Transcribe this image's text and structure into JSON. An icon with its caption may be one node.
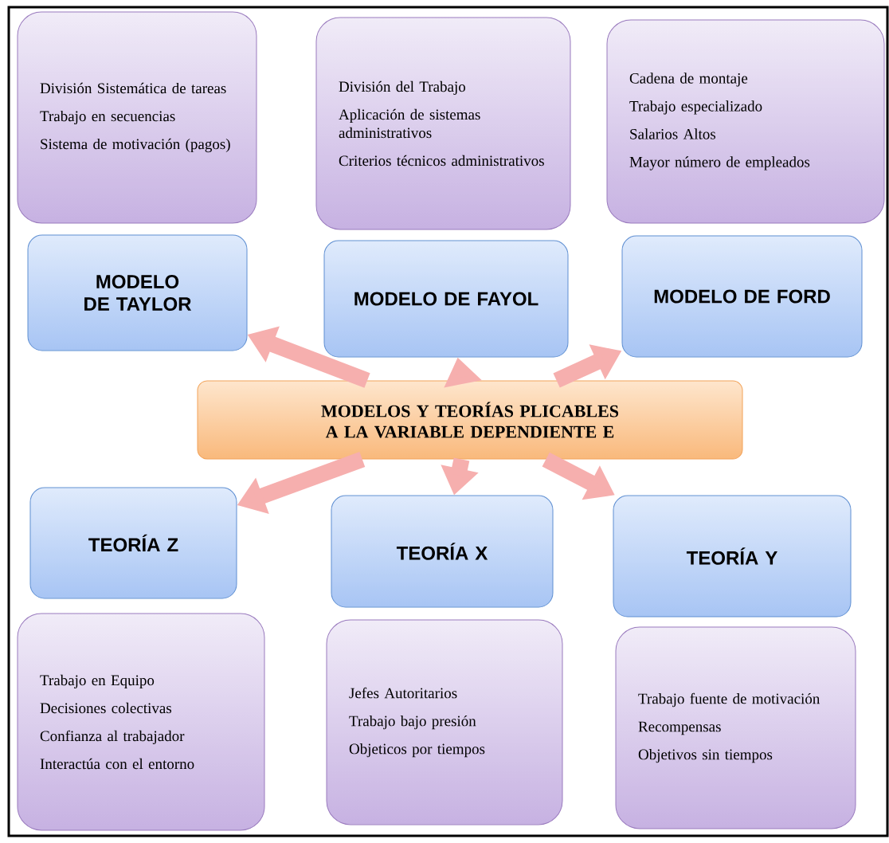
{
  "diagram": {
    "nodes": [
      {
        "text": [
          "División Sistemática de tareas",
          "Trabajo en secuencias",
          "Sistema de motivación (pagos)"
        ]
      },
      {
        "text": [
          "División del Trabajo",
          "Aplicación de sistemas administrativos",
          "Criterios técnicos administrativos"
        ]
      },
      {
        "text": [
          "Cadena de montaje",
          "Trabajo especializado",
          "Salarios Altos",
          "Mayor número de empleados"
        ]
      },
      {
        "text": [
          "MODELO DE TAYLOR"
        ]
      },
      {
        "text": [
          "MODELO DE FAYOL"
        ]
      },
      {
        "text": [
          "MODELO DE FORD"
        ]
      },
      {
        "text": [
          "MODELOS Y TEORÍAS PLICABLES A LA VARIABLE DEPENDIENTE E"
        ]
      },
      {
        "text": [
          "TEORÍA Z"
        ]
      },
      {
        "text": [
          "TEORÍA X"
        ]
      },
      {
        "text": [
          "TEORÍA Y"
        ]
      },
      {
        "text": [
          "Trabajo en Equipo",
          "Decisiones colectivas",
          "Confianza al trabajador",
          "Interactúa con el entorno"
        ]
      },
      {
        "text": [
          "Jefes Autoritarios",
          "Trabajo bajo presión",
          "Objeticos por tiempos"
        ]
      },
      {
        "text": [
          "Trabajo fuente de motivación",
          "Recompensas",
          "Objetivos sin tiempos"
        ]
      }
    ],
    "edges": [
      {
        "from": 6,
        "to": 3,
        "arrow": "to"
      },
      {
        "from": 6,
        "to": 4,
        "arrow": "to"
      },
      {
        "from": 6,
        "to": 5,
        "arrow": "to"
      },
      {
        "from": 6,
        "to": 7,
        "arrow": "to"
      },
      {
        "from": 6,
        "to": 8,
        "arrow": "to"
      },
      {
        "from": 6,
        "to": 9,
        "arrow": "to"
      }
    ]
  }
}
